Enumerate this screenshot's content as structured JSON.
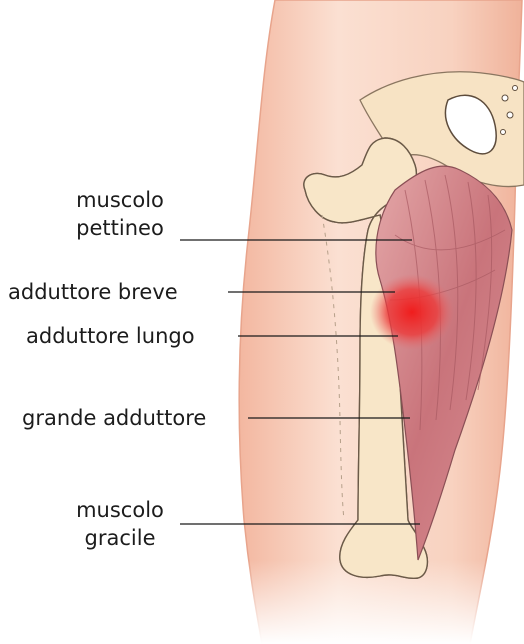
{
  "labels": {
    "pettineo_line1": "muscolo",
    "pettineo_line2": "pettineo",
    "adduttore_breve": "adduttore breve",
    "adduttore_lungo": "adduttore lungo",
    "grande_adduttore": "grande adduttore",
    "gracile_line1": "muscolo",
    "gracile_line2": "gracile"
  },
  "colors": {
    "skin": "#f6cdb8",
    "bone": "#f7e4c4",
    "muscle": "#cf8086",
    "injury": "#ee2a2a",
    "leader_line": "#1a1a1a"
  }
}
